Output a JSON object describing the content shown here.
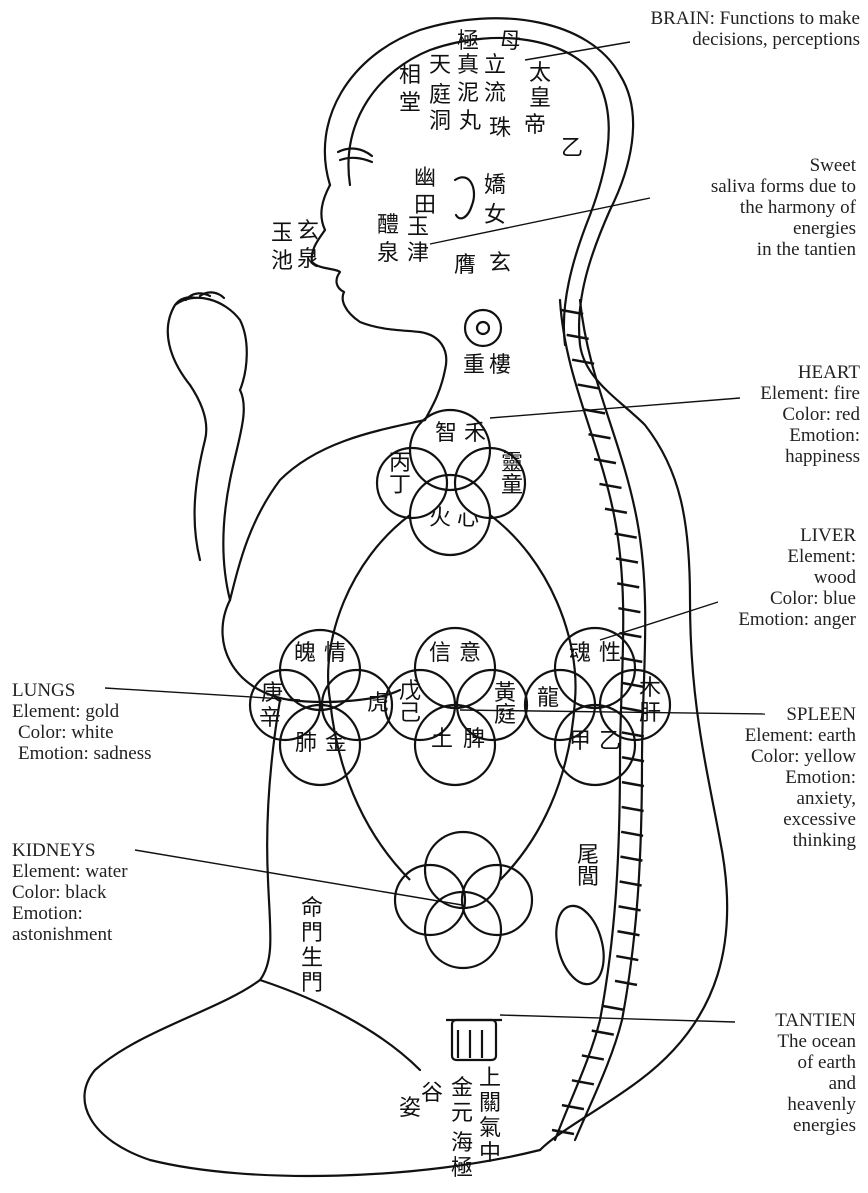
{
  "labels": {
    "brain": [
      "BRAIN: Functions to make",
      "decisions, perceptions"
    ],
    "saliva": [
      "Sweet",
      "saliva forms due to",
      "the harmony of",
      "energies",
      "in the tantien"
    ],
    "heart": [
      "HEART",
      "Element: fire",
      "Color: red",
      "Emotion:",
      "happiness"
    ],
    "liver": [
      "LIVER",
      "Element:",
      "wood",
      "Color: blue",
      "Emotion: anger"
    ],
    "lungs": [
      "LUNGS",
      "Element: gold",
      "Color: white",
      "Emotion: sadness"
    ],
    "spleen": [
      "SPLEEN",
      "Element: earth",
      "Color: yellow",
      "Emotion:",
      "anxiety,",
      "excessive",
      "thinking"
    ],
    "kidneys": [
      "KIDNEYS",
      "Element: water",
      "Color: black",
      "Emotion:",
      "astonishment"
    ],
    "tantien": [
      "TANTIEN",
      "The ocean",
      "of earth",
      "and",
      "heavenly",
      "energies"
    ]
  },
  "glyphs": {
    "head": [
      "極",
      "母",
      "天",
      "真",
      "立",
      "太",
      "相",
      "庭",
      "泥",
      "流",
      "皇",
      "堂",
      "洞",
      "丸",
      "珠",
      "帝",
      "乙"
    ],
    "ear": [
      "幽",
      "田",
      "嬌",
      "女"
    ],
    "mouth": [
      "玄",
      "玉",
      "池",
      "泉",
      "醴",
      "泉",
      "玉",
      "津",
      "玄",
      "膺"
    ],
    "throat": [
      "重",
      "樓"
    ],
    "heart": [
      "智",
      "禾",
      "丙",
      "丁",
      "火",
      "心",
      "靈",
      "童"
    ],
    "lungs": [
      "魄",
      "情",
      "庚",
      "辛",
      "肺",
      "金",
      "虎"
    ],
    "spleen": [
      "信",
      "意",
      "戊",
      "己",
      "土",
      "脾",
      "黃",
      "庭"
    ],
    "liver": [
      "魂",
      "性",
      "甲",
      "乙",
      "龍",
      "木",
      "肝"
    ],
    "spine": [
      "命",
      "門",
      "生",
      "門",
      "尾",
      "閭"
    ],
    "tantien": [
      "上",
      "關",
      "氣",
      "中",
      "金",
      "元",
      "海",
      "極",
      "谷",
      "姿"
    ]
  }
}
